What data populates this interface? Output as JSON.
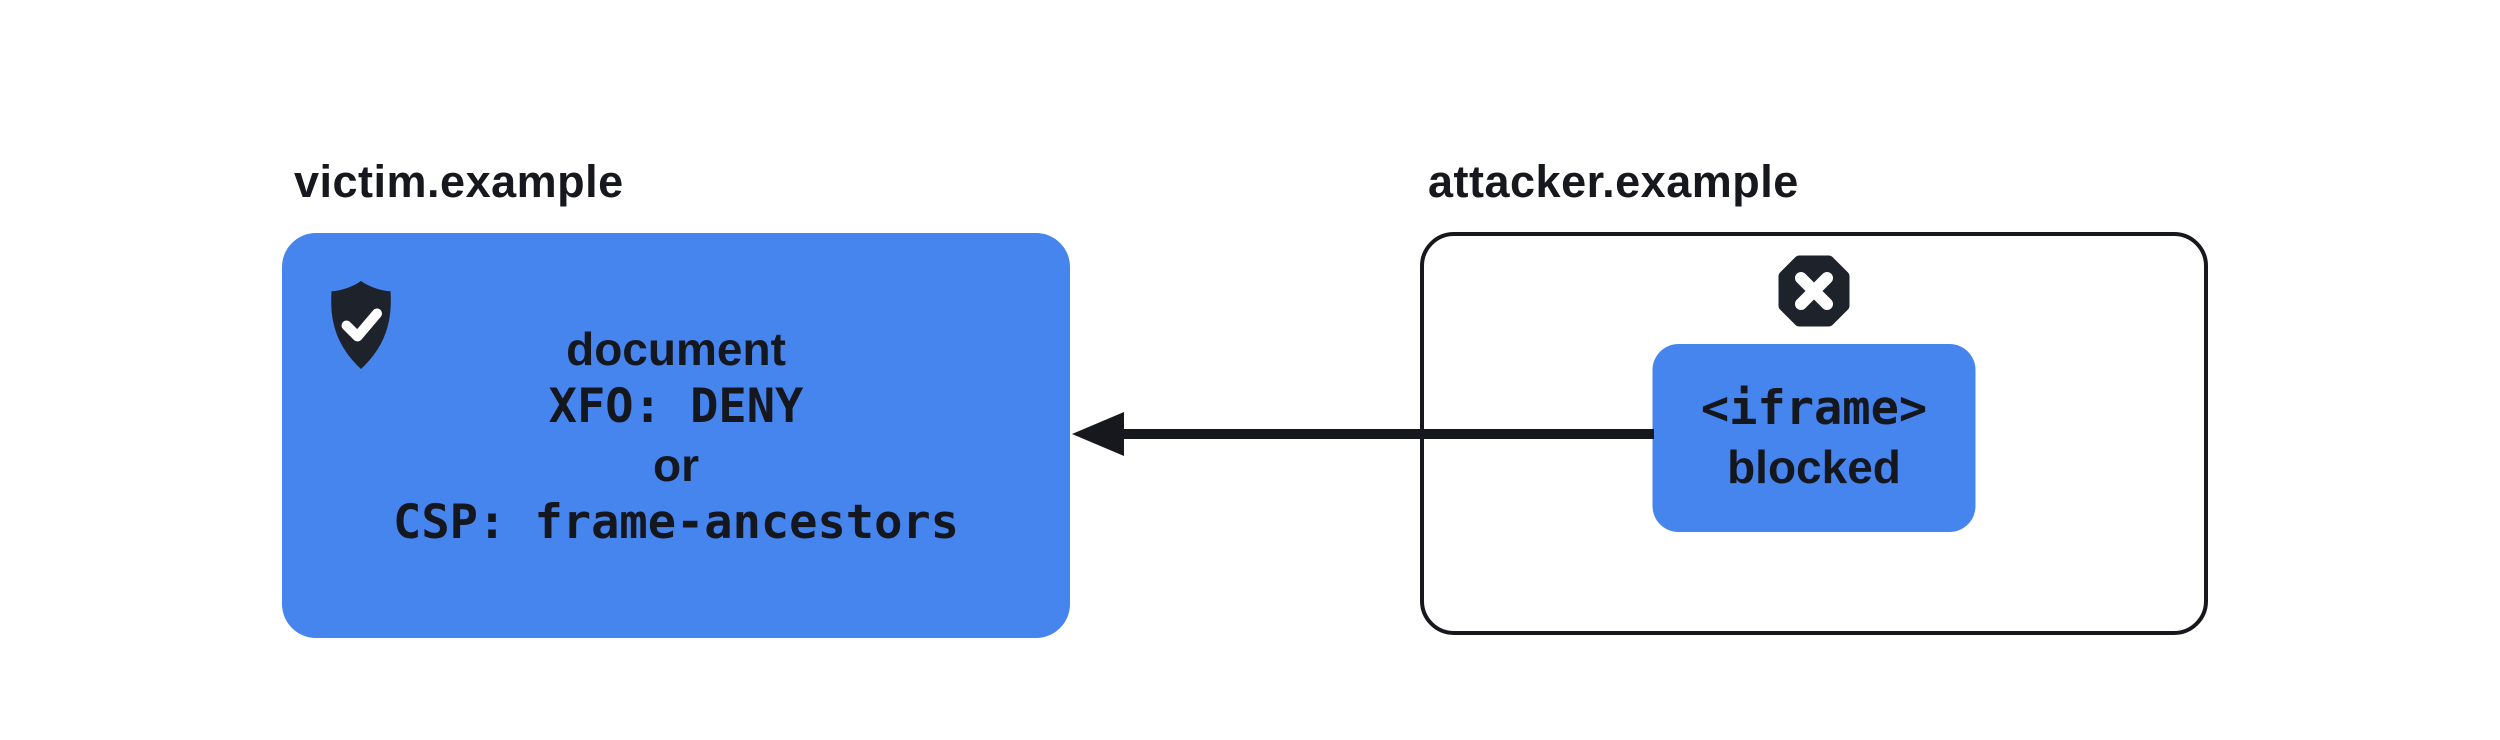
{
  "palette": {
    "background": "#FFFFFF",
    "card_blue": "#4684EE",
    "ink_black": "#14171D",
    "icon_black": "#1E222B",
    "icon_glyph_white": "#FFFFFF"
  },
  "victim": {
    "domain_label": "victim.example",
    "card": {
      "icon": "shield-check-icon",
      "lines": [
        {
          "text": "document",
          "font": "sans"
        },
        {
          "text": "XFO: DENY",
          "font": "mono"
        },
        {
          "text": "or",
          "font": "sans"
        },
        {
          "text": "CSP: frame-ancestors",
          "font": "mono"
        }
      ]
    }
  },
  "attacker": {
    "domain_label": "attacker.example",
    "status_icon": "blocked-x-octagon-icon",
    "iframe_card": {
      "lines": [
        {
          "text": "<iframe>",
          "font": "mono"
        },
        {
          "text": "blocked",
          "font": "sans"
        }
      ]
    }
  },
  "arrow": {
    "points_from": "attacker.example iframe",
    "points_to": "victim.example document",
    "direction": "right-to-left"
  }
}
